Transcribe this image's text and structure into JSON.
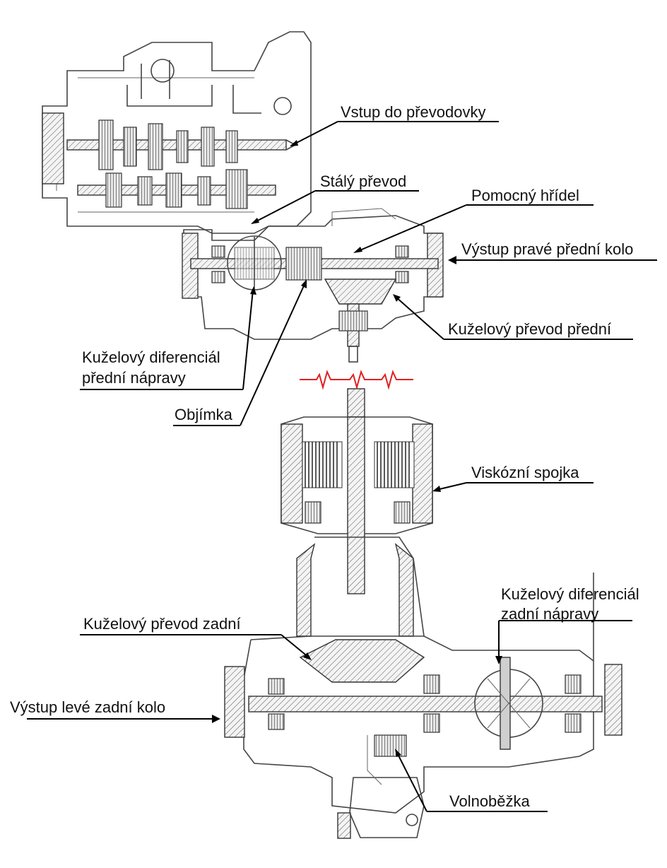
{
  "labels": {
    "vstup": "Vstup do převodovky",
    "staly": "Stálý převod",
    "pomocny": "Pomocný hřídel",
    "vystup_prave": "Výstup pravé přední kolo",
    "kuzelovy_predni": "Kuželový převod přední",
    "dif_predni_1": "Kuželový diferenciál",
    "dif_predni_2": "přední nápravy",
    "objimka": "Objímka",
    "viskozni": "Viskózní spojka",
    "dif_zadni_1": "Kuželový diferenciál",
    "dif_zadni_2": "zadní nápravy",
    "kuzelovy_zadni": "Kuželový převod zadní",
    "vystup_leve": "Výstup levé zadní kolo",
    "volnobezka": "Volnoběžka"
  },
  "colors": {
    "break_line": "#e02020",
    "drawing": "#444444",
    "leader": "#000000"
  }
}
